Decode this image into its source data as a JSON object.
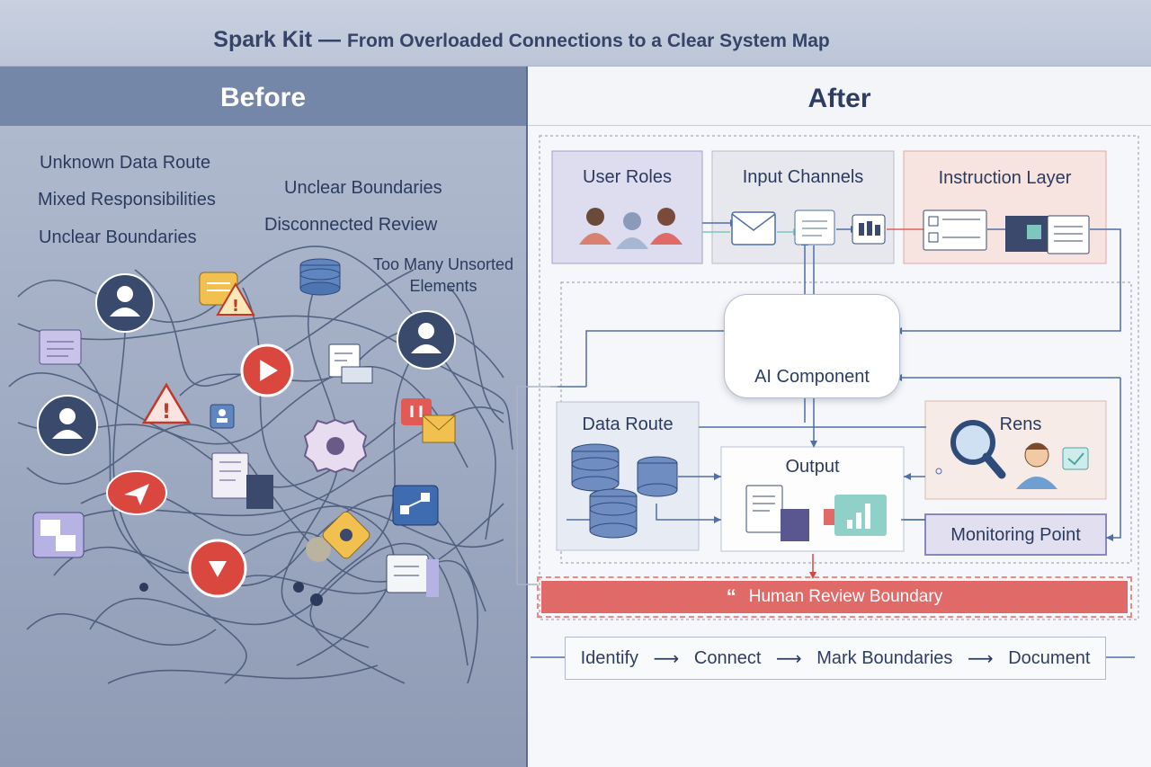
{
  "title": {
    "main": "Spark Kit",
    "dash": " — ",
    "sub": "From Overloaded Connections to a Clear System Map"
  },
  "before": {
    "heading": "Before",
    "labels": [
      "Unknown Data Route",
      "Mixed Responsibilities",
      "Unclear Boundaries",
      "Unclear Boundaries",
      "Disconnected Review",
      "Too Many Unsorted Elements"
    ]
  },
  "after": {
    "heading": "After",
    "user_roles": "User Roles",
    "input_channels": "Input Channels",
    "instruction_layer": "Instruction Layer",
    "ai_component": "AI Component",
    "data_route": "Data Route",
    "output": "Output",
    "rens": "Rens",
    "monitoring_point": "Monitoring Point",
    "human_review": {
      "quote": "“",
      "label": "Human Review Boundary"
    },
    "steps": [
      "Identify",
      "Connect",
      "Mark Boundaries",
      "Document"
    ]
  },
  "icons": [
    "user-icon",
    "warning-icon",
    "database-icon",
    "play-icon",
    "document-icon",
    "gear-icon",
    "send-icon",
    "share-icon",
    "mail-icon",
    "brain-icon",
    "magnifier-icon",
    "chart-icon",
    "shield-check-icon"
  ],
  "colors": {
    "before_bg": "#9eaac2",
    "after_bg": "#f6f7fa",
    "review": "#e06a68",
    "accent_blue": "#4f6fa6"
  }
}
